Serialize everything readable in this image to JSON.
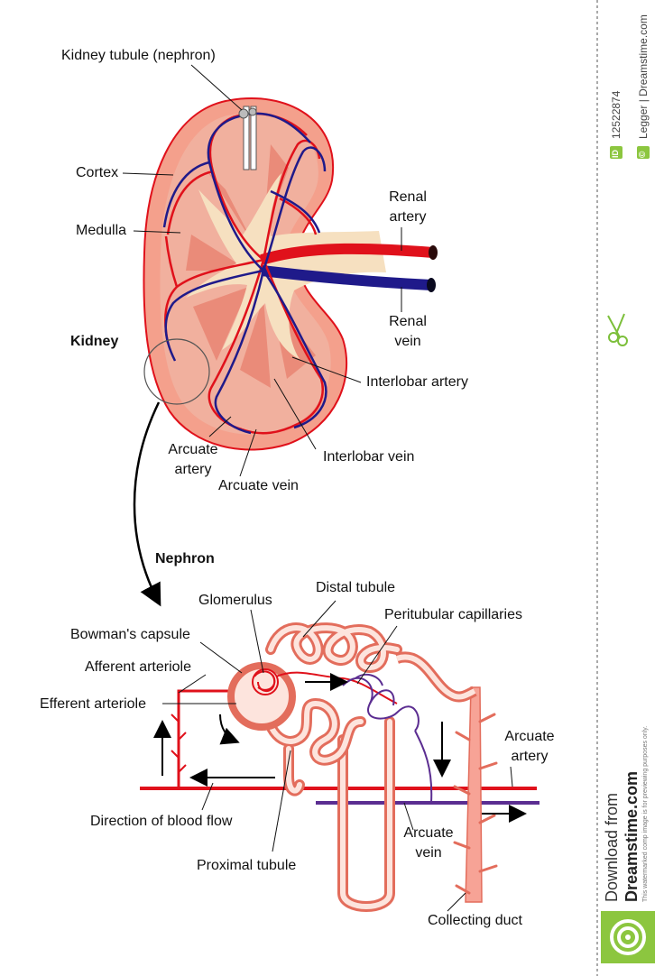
{
  "kidney": {
    "title": "Kidney",
    "labels": {
      "tubule": "Kidney tubule (nephron)",
      "cortex": "Cortex",
      "medulla": "Medulla",
      "renal_artery_1": "Renal",
      "renal_artery_2": "artery",
      "renal_vein_1": "Renal",
      "renal_vein_2": "vein",
      "interlobar_artery": "Interlobar artery",
      "interlobar_vein": "Interlobar vein",
      "arcuate_artery_1": "Arcuate",
      "arcuate_artery_2": "artery",
      "arcuate_vein": "Arcuate vein"
    }
  },
  "nephron": {
    "title": "Nephron",
    "labels": {
      "glomerulus": "Glomerulus",
      "distal_tubule": "Distal tubule",
      "peritubular": "Peritubular capillaries",
      "bowman": "Bowman's capsule",
      "afferent": "Afferent arteriole",
      "efferent": "Efferent arteriole",
      "arcuate_artery_1": "Arcuate",
      "arcuate_artery_2": "artery",
      "blood_flow": "Direction of blood flow",
      "arcuate_vein_1": "Arcuate",
      "arcuate_vein_2": "vein",
      "proximal": "Proximal tubule",
      "collecting": "Collecting duct"
    }
  },
  "watermark": {
    "id_badge": "ID",
    "id_number": "12522874",
    "copyright_symbol": "©",
    "credit": "Legger | Dreamstime.com",
    "download_1": "Download from",
    "download_2": "Dreamstime.com",
    "notice": "This watermarked comp image is for previewing purposes only."
  },
  "colors": {
    "artery": "#e0111b",
    "vein": "#1f1a8a",
    "cortex": "#f4a08c",
    "tubule": "#f7a396",
    "pelvis": "#f6e0c0",
    "purple_vein": "#5b2d91"
  }
}
